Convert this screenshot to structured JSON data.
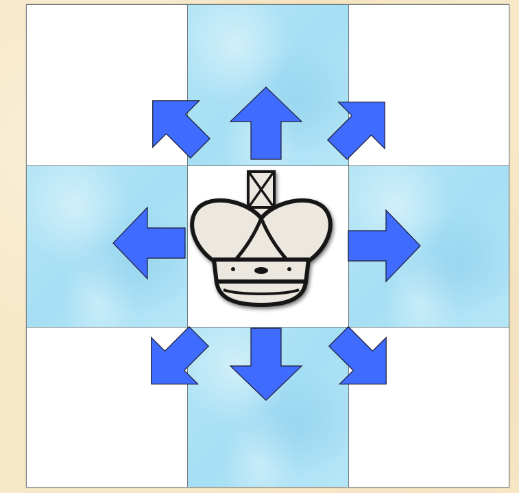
{
  "board": {
    "rows": 3,
    "cols": 3,
    "squares": [
      [
        "light",
        "dark",
        "light"
      ],
      [
        "dark",
        "light",
        "dark"
      ],
      [
        "light",
        "dark",
        "light"
      ]
    ],
    "colors": {
      "light": "#ffffff",
      "dark": "#a9e2f5",
      "grid_line": "#6f7b80",
      "background": "#f7e8c8"
    }
  },
  "piece": {
    "type": "king",
    "color": "white",
    "square": "center"
  },
  "move_arrows": {
    "color": "#3f6cff",
    "directions": [
      "up-left",
      "up",
      "up-right",
      "left",
      "right",
      "down-left",
      "down",
      "down-right"
    ]
  }
}
